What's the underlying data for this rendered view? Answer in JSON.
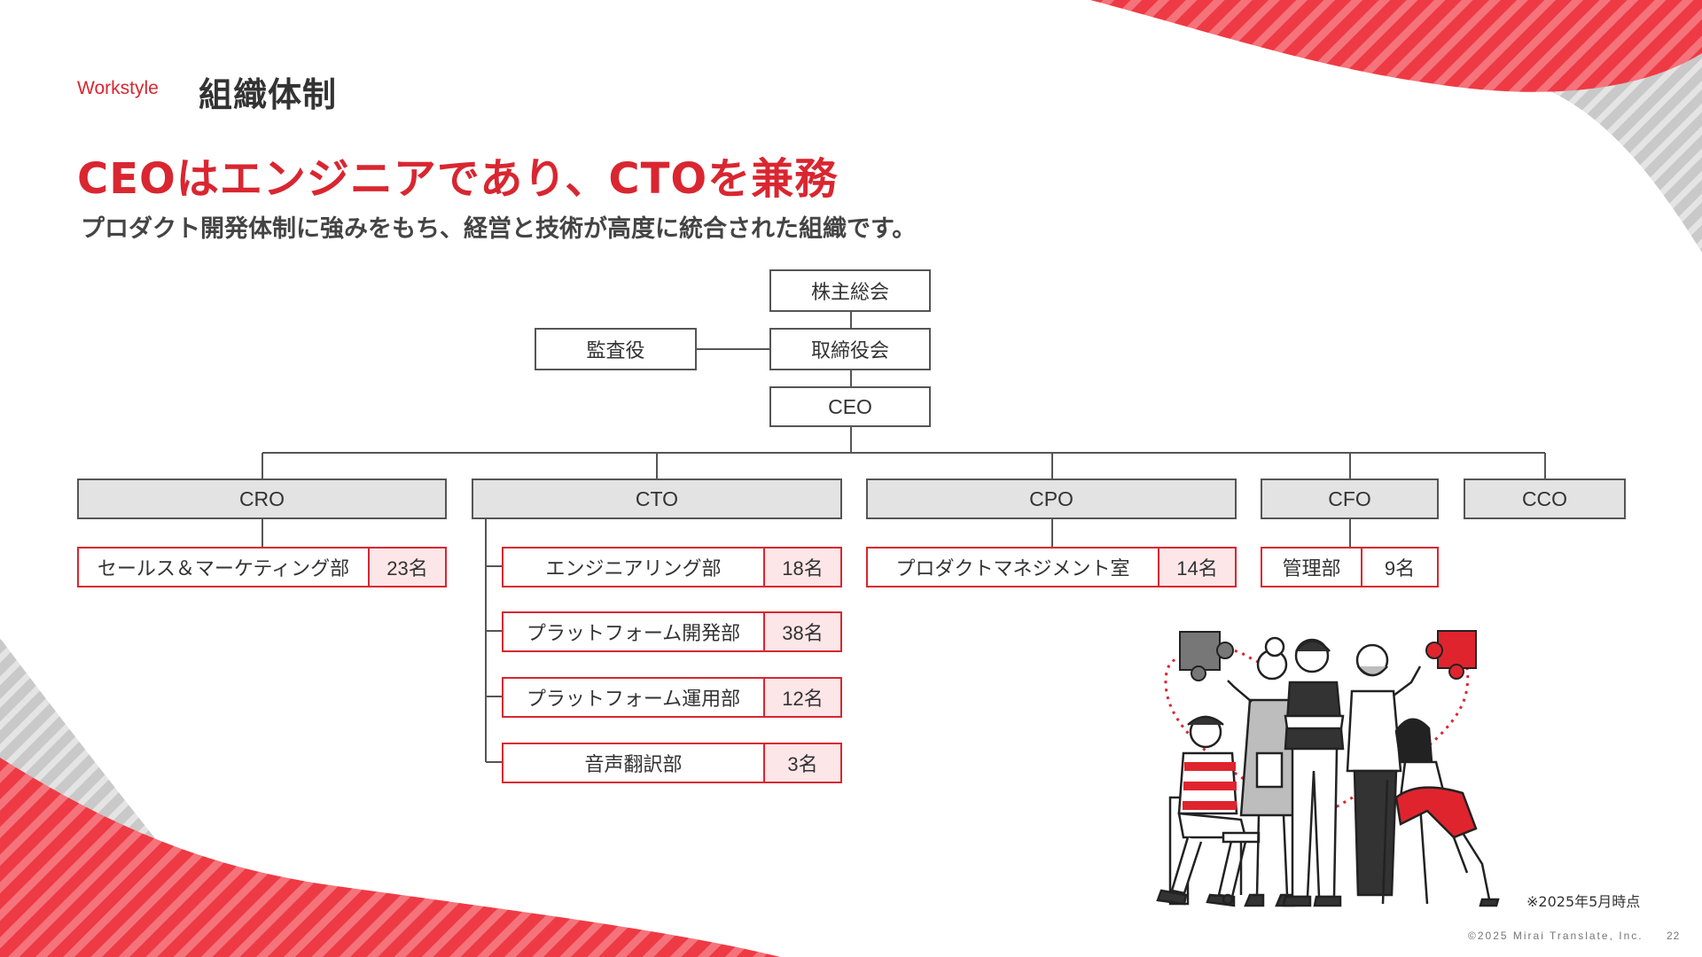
{
  "header": {
    "section_label": "Workstyle",
    "page_title": "組織体制"
  },
  "headline": "CEOはエンジニアであり、CTOを兼務",
  "subheadline": "プロダクト開発体制に強みをもち、経営と技術が高度に統合された組織です。",
  "org_chart": {
    "shareholders": "株主総会",
    "board": "取締役会",
    "auditor": "監査役",
    "ceo": "CEO",
    "executives": [
      {
        "label": "CRO",
        "departments": [
          {
            "name": "セールス＆マーケティング部",
            "count": "23名"
          }
        ]
      },
      {
        "label": "CTO",
        "departments": [
          {
            "name": "エンジニアリング部",
            "count": "18名"
          },
          {
            "name": "プラットフォーム開発部",
            "count": "38名"
          },
          {
            "name": "プラットフォーム運用部",
            "count": "12名"
          },
          {
            "name": "音声翻訳部",
            "count": "3名"
          }
        ]
      },
      {
        "label": "CPO",
        "departments": [
          {
            "name": "プロダクトマネジメント室",
            "count": "14名"
          }
        ]
      },
      {
        "label": "CFO",
        "departments": [
          {
            "name": "管理部",
            "count": "9名"
          }
        ]
      },
      {
        "label": "CCO",
        "departments": []
      }
    ]
  },
  "note": "※2025年5月時点",
  "footer": {
    "copyright": "©2025 Mirai Translate, Inc.",
    "page_number": "22"
  },
  "colors": {
    "accent": "#d92630",
    "dept_count_bg": "#fde6e8",
    "exec_bg": "#e3e3e3",
    "text": "#333333",
    "line": "#555555",
    "deco_gray": "#b8b8b8"
  },
  "illustration": {
    "icons": [
      "team-illustration",
      "puzzle-piece-gray-icon",
      "puzzle-piece-red-icon"
    ]
  }
}
